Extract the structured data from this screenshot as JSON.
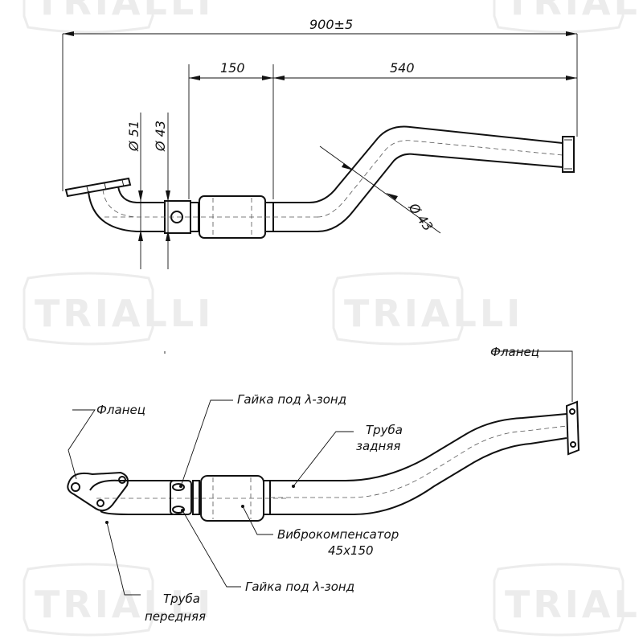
{
  "watermark": {
    "logo_text": "TRIALLI"
  },
  "top_view": {
    "dim_total": "900±5",
    "dim_150": "150",
    "dim_540": "540",
    "dia_51": "Ø 51",
    "dia_43_a": "Ø 43",
    "dia_43_b": "Ø 43"
  },
  "bottom_view": {
    "flange_right": "Фланец",
    "flange_left": "Фланец",
    "lambda_nut_top": "Гайка под λ-зонд",
    "pipe_rear_1": "Труба",
    "pipe_rear_2": "задняя",
    "compensator_1": "Виброкомпенсатор",
    "compensator_2": "45x150",
    "lambda_nut_bottom": "Гайка под λ-зонд",
    "pipe_front_1": "Труба",
    "pipe_front_2": "передняя"
  }
}
